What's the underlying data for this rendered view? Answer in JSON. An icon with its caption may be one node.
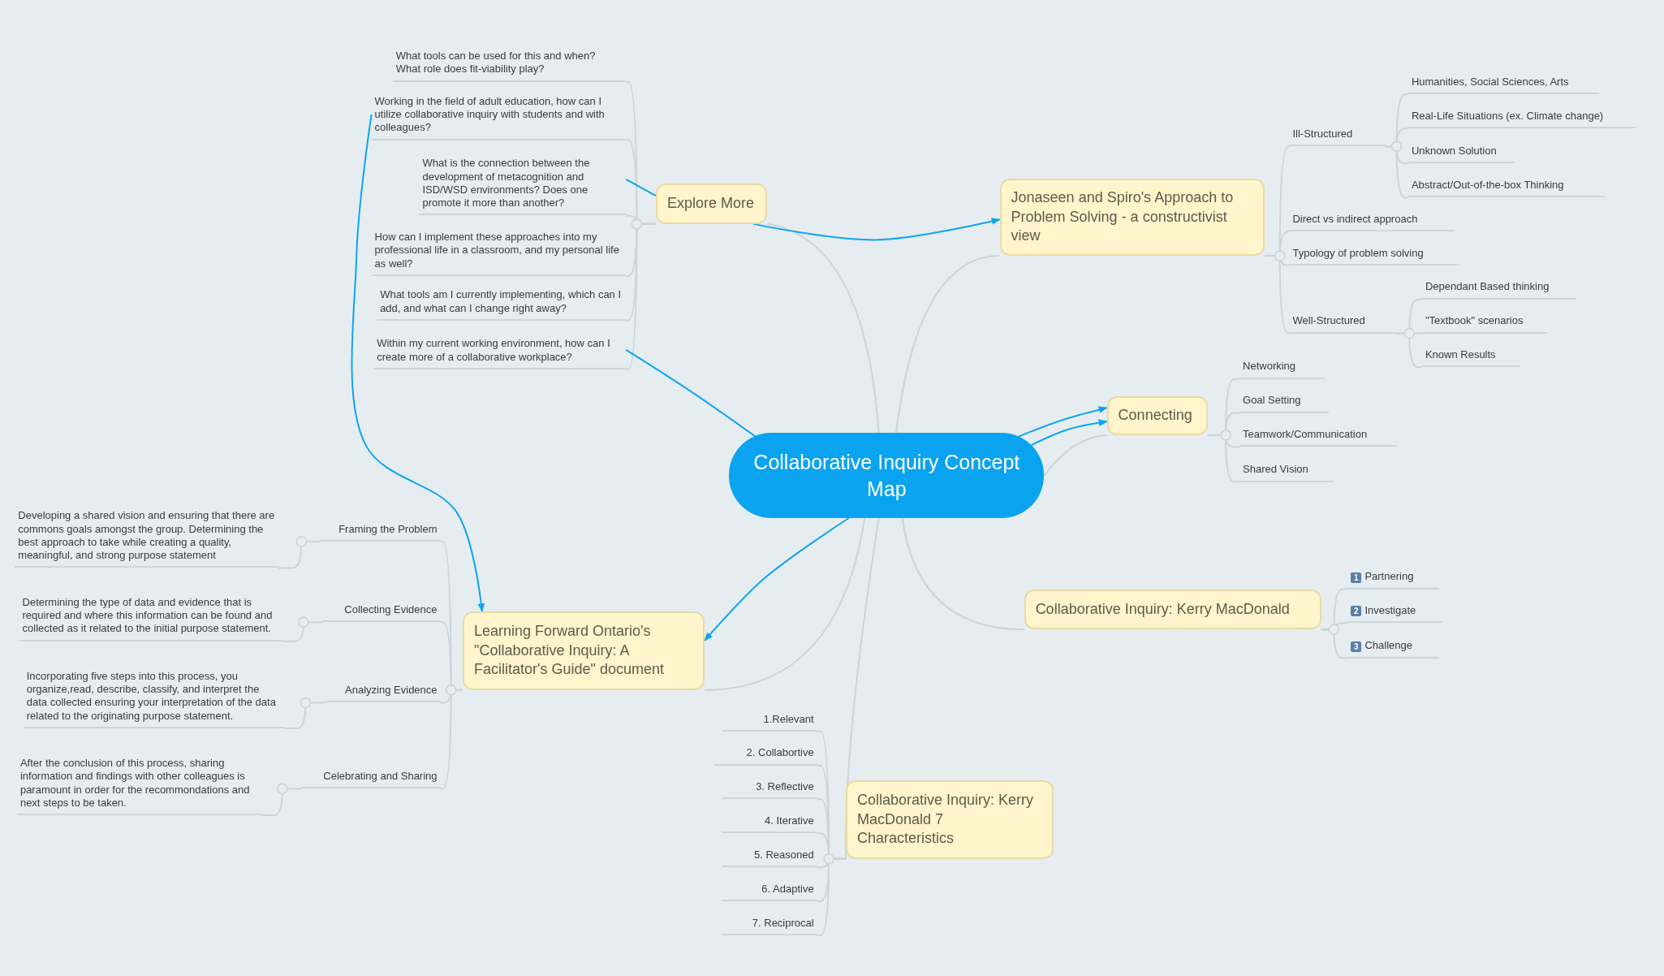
{
  "diagram": {
    "nodes": [
      {
        "text": [
          "Collaborative Inquiry Concept Map"
        ]
      },
      {
        "text": [
          "Explore More"
        ]
      },
      {
        "text": [
          "What tools can be used for this and when? What role does fit-viability play?"
        ]
      },
      {
        "text": [
          "Working in the field of adult education, how can I utilize collaborative inquiry with students and with colleagues?"
        ]
      },
      {
        "text": [
          "What is the connection between the development of metacognition and ISD/WSD environments? Does one promote it more than another?"
        ]
      },
      {
        "text": [
          "How can I implement these approaches into my professional life in a classroom, and my personal life as well?"
        ]
      },
      {
        "text": [
          "What tools am I currently implementing, which can I add, and what can I change right away?"
        ]
      },
      {
        "text": [
          "Within my current working environment, how can I create more of a collaborative workplace?"
        ]
      },
      {
        "text": [
          "Jonaseen and Spiro's Approach to Problem Solving - a constructivist view"
        ]
      },
      {
        "text": [
          "Ill-Structured"
        ]
      },
      {
        "text": [
          "Humanities, Social Sciences, Arts"
        ]
      },
      {
        "text": [
          "Real-Life Situations (ex. Climate change)"
        ]
      },
      {
        "text": [
          "Unknown Solution"
        ]
      },
      {
        "text": [
          "Abstract/Out-of-the-box Thinking"
        ]
      },
      {
        "text": [
          "Direct vs indirect approach"
        ]
      },
      {
        "text": [
          "Typology of problem solving"
        ]
      },
      {
        "text": [
          "Well-Structured"
        ]
      },
      {
        "text": [
          "Dependant Based thinking"
        ]
      },
      {
        "text": [
          "\"Textbook\" scenarios"
        ]
      },
      {
        "text": [
          "Known Results"
        ]
      },
      {
        "text": [
          "Connecting"
        ]
      },
      {
        "text": [
          "Networking"
        ]
      },
      {
        "text": [
          "Goal Setting"
        ]
      },
      {
        "text": [
          "Teamwork/Communication"
        ]
      },
      {
        "text": [
          "Shared Vision"
        ]
      },
      {
        "text": [
          "Collaborative Inquiry: Kerry MacDonald"
        ]
      },
      {
        "text": [
          "1",
          "Partnering"
        ]
      },
      {
        "text": [
          "2",
          "Investigate"
        ]
      },
      {
        "text": [
          "3",
          "Challenge"
        ]
      },
      {
        "text": [
          "Collaborative Inquiry: Kerry MacDonald 7 Characteristics"
        ]
      },
      {
        "text": [
          "1.Relevant"
        ]
      },
      {
        "text": [
          "2. Collabortive"
        ]
      },
      {
        "text": [
          "3. Reflective"
        ]
      },
      {
        "text": [
          "4. Iterative"
        ]
      },
      {
        "text": [
          "5. Reasoned"
        ]
      },
      {
        "text": [
          "6. Adaptive"
        ]
      },
      {
        "text": [
          "7. Reciprocal"
        ]
      },
      {
        "text": [
          "Learning Forward Ontario's \"Collaborative Inquiry: A Facilitator's Guide\" document"
        ]
      },
      {
        "text": [
          "Framing the Problem"
        ]
      },
      {
        "text": [
          "Developing a shared vision and ensuring that there are commons goals amongst the group. Determining the best approach to take while creating a quality, meaningful, and strong purpose statement"
        ]
      },
      {
        "text": [
          "Collecting Evidence"
        ]
      },
      {
        "text": [
          "Determining the type of data and evidence that is required and where this information can be found and collected as it related to the initial purpose statement."
        ]
      },
      {
        "text": [
          "Analyzing Evidence"
        ]
      },
      {
        "text": [
          "Incorporating five steps into this process, you organize,read, describe, classify, and interpret the data collected ensuring your interpretation of the data related to the originating purpose statement."
        ]
      },
      {
        "text": [
          "Celebrating and Sharing"
        ]
      },
      {
        "text": [
          "After the conclusion of this process, sharing information and findings with other colleagues is paramount in order for the recommondations and next steps to be taken."
        ]
      }
    ],
    "edges": [
      {
        "from": 0,
        "to": 1,
        "arrow": "none"
      },
      {
        "from": 1,
        "to": 2,
        "arrow": "none"
      },
      {
        "from": 1,
        "to": 3,
        "arrow": "none"
      },
      {
        "from": 1,
        "to": 4,
        "arrow": "none"
      },
      {
        "from": 1,
        "to": 5,
        "arrow": "none"
      },
      {
        "from": 1,
        "to": 6,
        "arrow": "none"
      },
      {
        "from": 1,
        "to": 7,
        "arrow": "none"
      },
      {
        "from": 0,
        "to": 8,
        "arrow": "none"
      },
      {
        "from": 8,
        "to": 9,
        "arrow": "none"
      },
      {
        "from": 9,
        "to": 10,
        "arrow": "none"
      },
      {
        "from": 9,
        "to": 11,
        "arrow": "none"
      },
      {
        "from": 9,
        "to": 12,
        "arrow": "none"
      },
      {
        "from": 9,
        "to": 13,
        "arrow": "none"
      },
      {
        "from": 8,
        "to": 14,
        "arrow": "none"
      },
      {
        "from": 8,
        "to": 15,
        "arrow": "none"
      },
      {
        "from": 8,
        "to": 16,
        "arrow": "none"
      },
      {
        "from": 16,
        "to": 17,
        "arrow": "none"
      },
      {
        "from": 16,
        "to": 18,
        "arrow": "none"
      },
      {
        "from": 16,
        "to": 19,
        "arrow": "none"
      },
      {
        "from": 0,
        "to": 20,
        "arrow": "none"
      },
      {
        "from": 20,
        "to": 21,
        "arrow": "none"
      },
      {
        "from": 20,
        "to": 22,
        "arrow": "none"
      },
      {
        "from": 20,
        "to": 23,
        "arrow": "none"
      },
      {
        "from": 20,
        "to": 24,
        "arrow": "none"
      },
      {
        "from": 0,
        "to": 25,
        "arrow": "none"
      },
      {
        "from": 25,
        "to": 26,
        "arrow": "none"
      },
      {
        "from": 25,
        "to": 27,
        "arrow": "none"
      },
      {
        "from": 25,
        "to": 28,
        "arrow": "none"
      },
      {
        "from": 0,
        "to": 29,
        "arrow": "none"
      },
      {
        "from": 29,
        "to": 30,
        "arrow": "none"
      },
      {
        "from": 29,
        "to": 31,
        "arrow": "none"
      },
      {
        "from": 29,
        "to": 32,
        "arrow": "none"
      },
      {
        "from": 29,
        "to": 33,
        "arrow": "none"
      },
      {
        "from": 29,
        "to": 34,
        "arrow": "none"
      },
      {
        "from": 29,
        "to": 35,
        "arrow": "none"
      },
      {
        "from": 29,
        "to": 36,
        "arrow": "none"
      },
      {
        "from": 0,
        "to": 37,
        "arrow": "none"
      },
      {
        "from": 37,
        "to": 38,
        "arrow": "none"
      },
      {
        "from": 38,
        "to": 39,
        "arrow": "none"
      },
      {
        "from": 37,
        "to": 40,
        "arrow": "none"
      },
      {
        "from": 40,
        "to": 41,
        "arrow": "none"
      },
      {
        "from": 37,
        "to": 42,
        "arrow": "none"
      },
      {
        "from": 42,
        "to": 43,
        "arrow": "none"
      },
      {
        "from": 37,
        "to": 44,
        "arrow": "none"
      },
      {
        "from": 44,
        "to": 45,
        "arrow": "none"
      },
      {
        "from": 1,
        "to": 8,
        "arrow": "to",
        "color": "#0ea5f0"
      },
      {
        "from": 3,
        "to": 37,
        "arrow": "to",
        "color": "#0ea5f0"
      },
      {
        "from": 4,
        "to": 1,
        "arrow": "none",
        "color": "#0ea5f0"
      },
      {
        "from": 7,
        "to": 0,
        "arrow": "none",
        "color": "#0ea5f0"
      },
      {
        "from": 0,
        "to": 20,
        "arrow": "to",
        "color": "#0ea5f0"
      },
      {
        "from": 0,
        "to": 20,
        "arrow": "to",
        "color": "#0ea5f0"
      },
      {
        "from": 0,
        "to": 37,
        "arrow": "to",
        "color": "#0ea5f0"
      }
    ]
  }
}
